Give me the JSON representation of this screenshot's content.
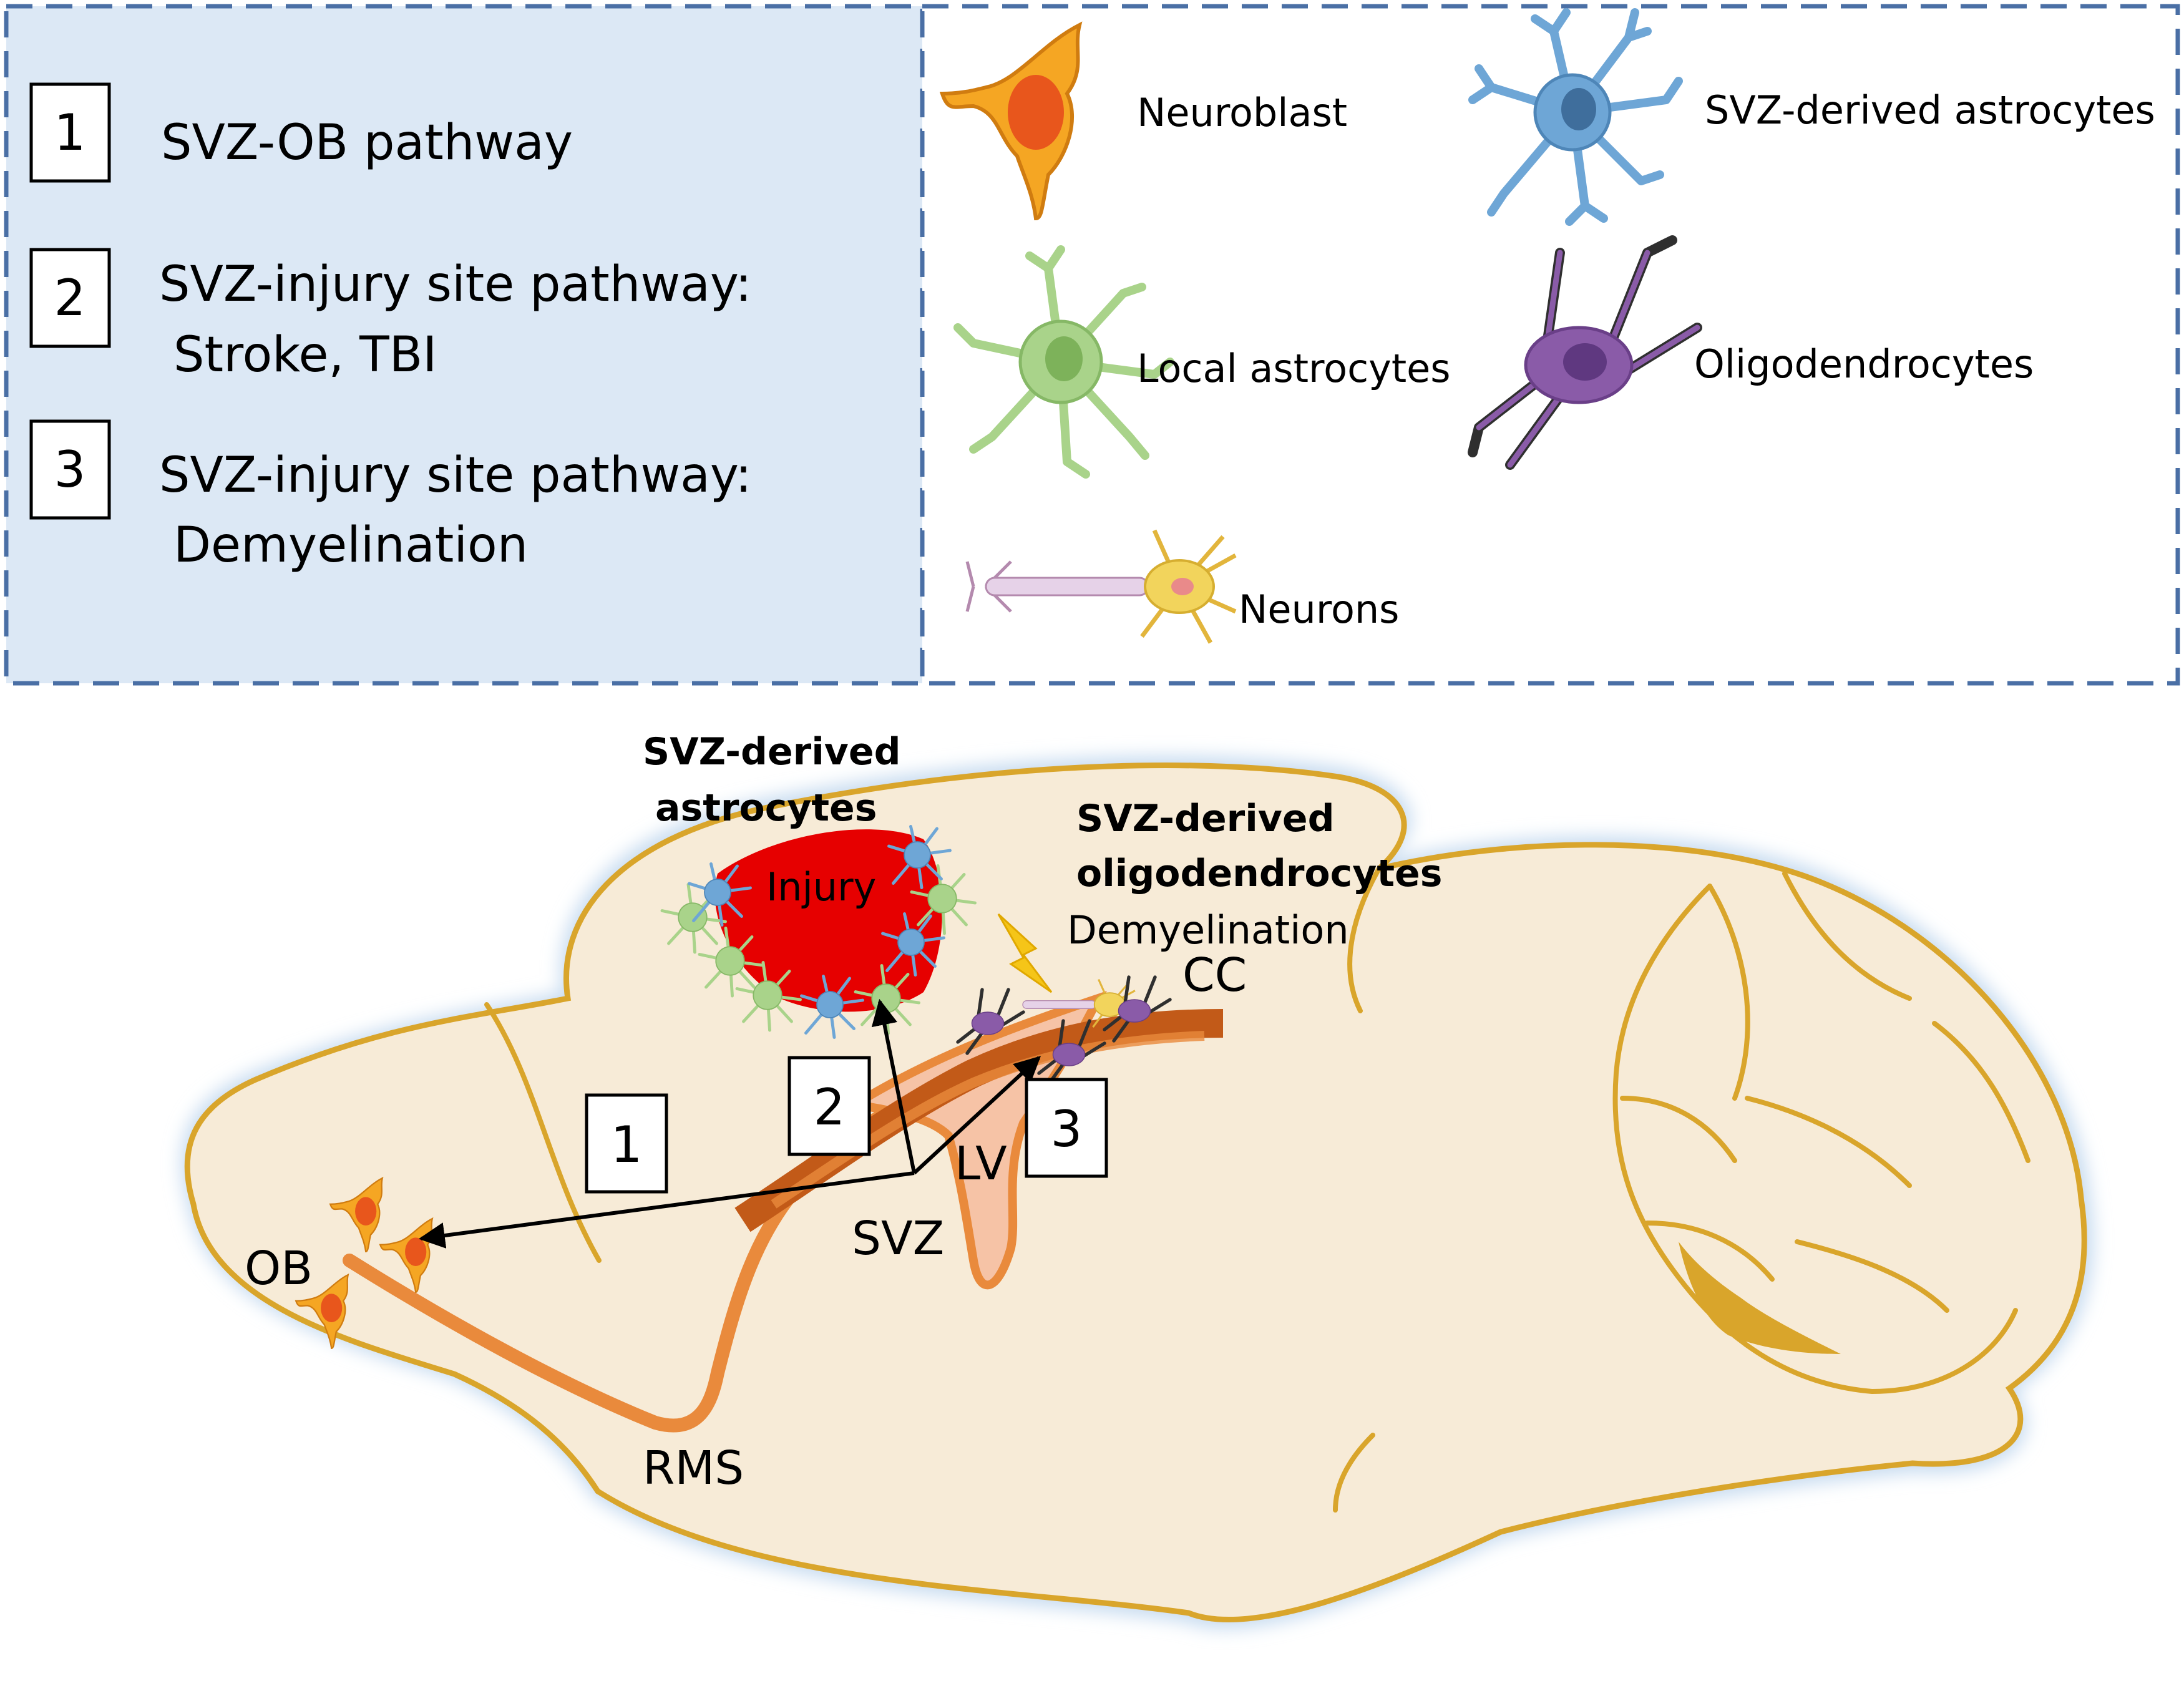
{
  "legend": {
    "pathways": [
      {
        "number": "1",
        "line1": "SVZ-OB pathway",
        "line2": ""
      },
      {
        "number": "2",
        "line1": "SVZ-injury site pathway:",
        "line2": "Stroke, TBI"
      },
      {
        "number": "3",
        "line1": "SVZ-injury site pathway:",
        "line2": "Demyelination"
      }
    ],
    "cell_types": [
      {
        "label": "Neuroblast",
        "icon": "neuroblast-icon",
        "color": "#F5A623"
      },
      {
        "label": "SVZ-derived astrocytes",
        "icon": "svz-astrocyte-icon",
        "color": "#6EA6D6"
      },
      {
        "label": "Local astrocytes",
        "icon": "local-astrocyte-icon",
        "color": "#A9D38A"
      },
      {
        "label": "Oligodendrocytes",
        "icon": "oligodendrocyte-icon",
        "color": "#8A5BA8"
      },
      {
        "label": "Neurons",
        "icon": "neuron-icon",
        "color": "#F2D45C"
      }
    ],
    "colors": {
      "left_panel_fill": "#DCE8F5",
      "dashed_border": "#4A6FA5"
    }
  },
  "brain": {
    "labels": {
      "ob": "OB",
      "rms": "RMS",
      "svz": "SVZ",
      "lv": "LV",
      "cc": "CC",
      "injury": "Injury",
      "demyelination": "Demyelination",
      "svz_astro_line1": "SVZ-derived",
      "svz_astro_line2": "astrocytes",
      "svz_oligo_line1": "SVZ-derived",
      "svz_oligo_line2": "oligodendrocytes"
    },
    "markers": {
      "m1": "1",
      "m2": "2",
      "m3": "3"
    },
    "colors": {
      "tissue": "#F7EBD7",
      "outline": "#D9A52B",
      "glow": "#C8DCF0",
      "rms": "#E98A3C",
      "cc": "#C25A18",
      "lv": "#F6C3A6",
      "injury": "#E60000"
    }
  }
}
